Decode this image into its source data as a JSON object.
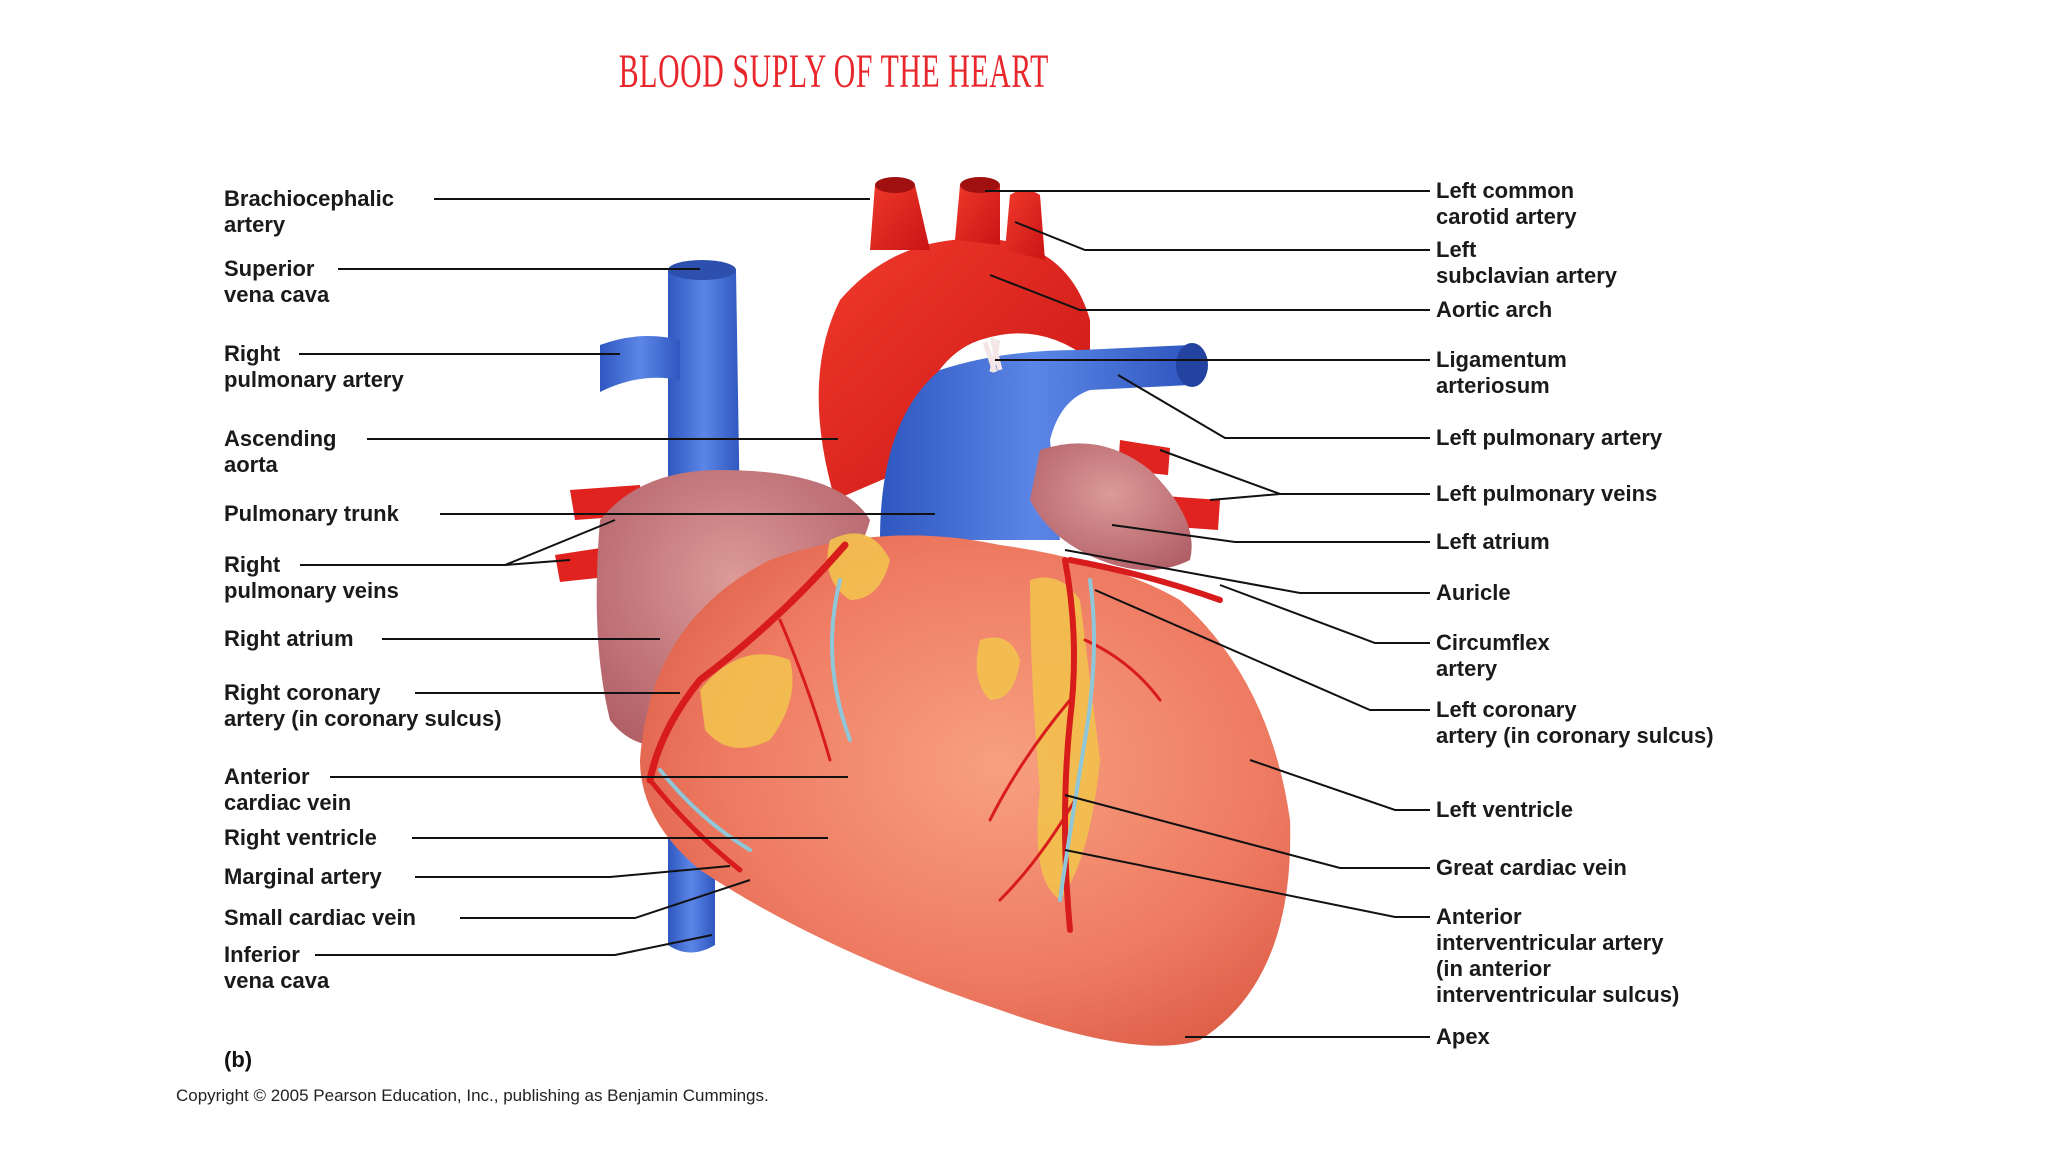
{
  "title": "BLOOD SUPLY OF THE HEART",
  "figure_letter": "(b)",
  "copyright": "Copyright © 2005 Pearson Education, Inc., publishing as Benjamin Cummings.",
  "labels_left": [
    {
      "id": "brachiocephalic-artery",
      "text": "Brachiocephalic\nartery"
    },
    {
      "id": "superior-vena-cava",
      "text": "Superior\nvena cava"
    },
    {
      "id": "right-pulmonary-artery",
      "text": "Right\npulmonary artery"
    },
    {
      "id": "ascending-aorta",
      "text": "Ascending\naorta"
    },
    {
      "id": "pulmonary-trunk",
      "text": "Pulmonary trunk"
    },
    {
      "id": "right-pulmonary-veins",
      "text": "Right\npulmonary veins"
    },
    {
      "id": "right-atrium",
      "text": "Right atrium"
    },
    {
      "id": "right-coronary-artery",
      "text": "Right coronary\nartery (in coronary sulcus)"
    },
    {
      "id": "anterior-cardiac-vein",
      "text": "Anterior\ncardiac vein"
    },
    {
      "id": "right-ventricle",
      "text": "Right ventricle"
    },
    {
      "id": "marginal-artery",
      "text": "Marginal artery"
    },
    {
      "id": "small-cardiac-vein",
      "text": "Small cardiac vein"
    },
    {
      "id": "inferior-vena-cava",
      "text": "Inferior\nvena cava"
    }
  ],
  "labels_right": [
    {
      "id": "left-common-carotid-artery",
      "text": "Left common\ncarotid artery"
    },
    {
      "id": "left-subclavian-artery",
      "text": "Left\nsubclavian artery"
    },
    {
      "id": "aortic-arch",
      "text": "Aortic arch"
    },
    {
      "id": "ligamentum-arteriosum",
      "text": "Ligamentum\narteriosum"
    },
    {
      "id": "left-pulmonary-artery",
      "text": "Left pulmonary artery"
    },
    {
      "id": "left-pulmonary-veins",
      "text": "Left pulmonary veins"
    },
    {
      "id": "left-atrium",
      "text": "Left atrium"
    },
    {
      "id": "auricle",
      "text": "Auricle"
    },
    {
      "id": "circumflex-artery",
      "text": "Circumflex\nartery"
    },
    {
      "id": "left-coronary-artery",
      "text": "Left coronary\nartery (in coronary sulcus)"
    },
    {
      "id": "left-ventricle",
      "text": "Left ventricle"
    },
    {
      "id": "great-cardiac-vein",
      "text": "Great cardiac vein"
    },
    {
      "id": "anterior-interventricular-artery",
      "text": "Anterior\ninterventricular artery\n(in anterior\ninterventricular sulcus)"
    },
    {
      "id": "apex",
      "text": "Apex"
    }
  ],
  "colors": {
    "title": "#e8262b",
    "artery": "#e01f1f",
    "vein": "#3f6fd6",
    "myocardium": "#f0826a",
    "atrium": "#c77a7e",
    "fat": "#f2c14e",
    "leader_line": "#111111"
  }
}
